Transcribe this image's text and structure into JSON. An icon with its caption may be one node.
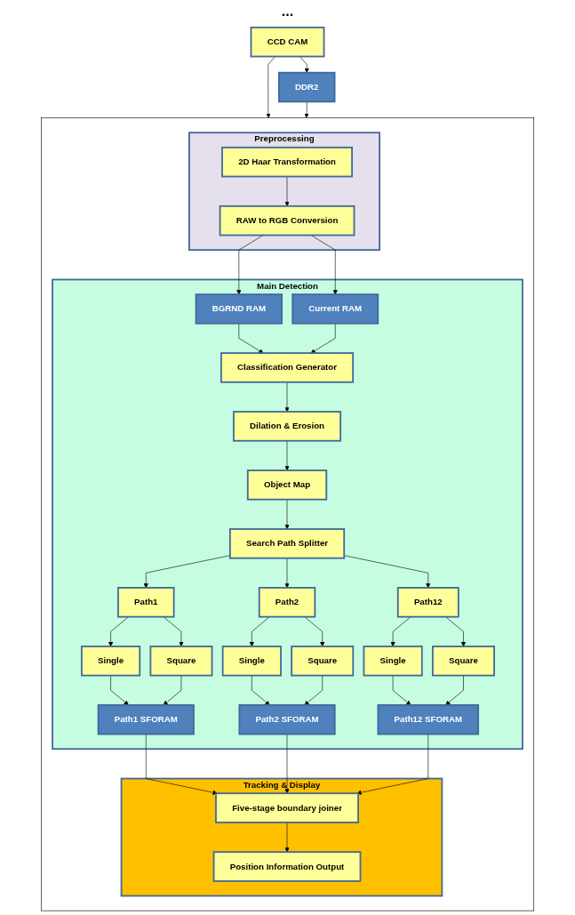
{
  "diagram": {
    "nodes": [
      {
        "text": [
          "CCD CAM"
        ]
      },
      {
        "text": [
          "DDR2"
        ]
      },
      {
        "text": [],
        "shape": "box"
      },
      {
        "text": [
          "Preprocessing"
        ],
        "in": 2
      },
      {
        "text": [
          "2D Haar Transformation"
        ],
        "in": 3
      },
      {
        "text": [
          "RAW to RGB Conversion"
        ],
        "in": 3
      },
      {
        "text": [
          "Main Detection"
        ],
        "in": 2
      },
      {
        "text": [
          "BGRND RAM"
        ],
        "in": 6
      },
      {
        "text": [
          "Current RAM"
        ],
        "in": 6
      },
      {
        "text": [
          "Classification Generator"
        ],
        "in": 6
      },
      {
        "text": [
          "Dilation & Erosion"
        ],
        "in": 6
      },
      {
        "text": [
          "Object Map"
        ],
        "in": 6
      },
      {
        "text": [
          "Search Path Splitter"
        ],
        "in": 6
      },
      {
        "text": [
          "Path1"
        ],
        "in": 6
      },
      {
        "text": [
          "Path2"
        ],
        "in": 6
      },
      {
        "text": [
          "Path12"
        ],
        "in": 6
      },
      {
        "text": [
          "Single"
        ],
        "in": 6
      },
      {
        "text": [
          "Square"
        ],
        "in": 6
      },
      {
        "text": [
          "Single"
        ],
        "in": 6
      },
      {
        "text": [
          "Square"
        ],
        "in": 6
      },
      {
        "text": [
          "Single"
        ],
        "in": 6
      },
      {
        "text": [
          "Square"
        ],
        "in": 6
      },
      {
        "text": [
          "Path1 SFORAM"
        ],
        "in": 6
      },
      {
        "text": [
          "Path2 SFORAM"
        ],
        "in": 6
      },
      {
        "text": [
          "Path12 SFORAM"
        ],
        "in": 6
      },
      {
        "text": [
          "Tracking & Display"
        ],
        "in": 2
      },
      {
        "text": [
          "Five-stage boundary joiner"
        ],
        "in": 25
      },
      {
        "text": [
          "Position Information Output"
        ],
        "in": 25
      }
    ],
    "edges": [
      {
        "from": 0,
        "to": 1,
        "arrow": "to"
      },
      {
        "from": 0,
        "to": 2,
        "arrow": "to"
      },
      {
        "from": 1,
        "to": 2,
        "arrow": "to"
      },
      {
        "from": 4,
        "to": 5,
        "arrow": "to"
      },
      {
        "from": 5,
        "to": 7,
        "arrow": "to"
      },
      {
        "from": 5,
        "to": 8,
        "arrow": "to"
      },
      {
        "from": 7,
        "to": 9,
        "arrow": "to"
      },
      {
        "from": 8,
        "to": 9,
        "arrow": "to"
      },
      {
        "from": 9,
        "to": 10,
        "arrow": "to"
      },
      {
        "from": 10,
        "to": 11,
        "arrow": "to"
      },
      {
        "from": 11,
        "to": 12,
        "arrow": "to"
      },
      {
        "from": 12,
        "to": 13,
        "arrow": "to"
      },
      {
        "from": 12,
        "to": 14,
        "arrow": "to"
      },
      {
        "from": 12,
        "to": 15,
        "arrow": "to"
      },
      {
        "from": 13,
        "to": 16,
        "arrow": "to"
      },
      {
        "from": 13,
        "to": 17,
        "arrow": "to"
      },
      {
        "from": 14,
        "to": 18,
        "arrow": "to"
      },
      {
        "from": 14,
        "to": 19,
        "arrow": "to"
      },
      {
        "from": 15,
        "to": 20,
        "arrow": "to"
      },
      {
        "from": 15,
        "to": 21,
        "arrow": "to"
      },
      {
        "from": 16,
        "to": 22,
        "arrow": "to"
      },
      {
        "from": 17,
        "to": 22,
        "arrow": "to"
      },
      {
        "from": 18,
        "to": 23,
        "arrow": "to"
      },
      {
        "from": 19,
        "to": 23,
        "arrow": "to"
      },
      {
        "from": 20,
        "to": 24,
        "arrow": "to"
      },
      {
        "from": 21,
        "to": 24,
        "arrow": "to"
      },
      {
        "from": 22,
        "to": 26,
        "arrow": "to"
      },
      {
        "from": 23,
        "to": 26,
        "arrow": "to"
      },
      {
        "from": 24,
        "to": 26,
        "arrow": "to"
      },
      {
        "from": 26,
        "to": 27,
        "arrow": "to"
      }
    ],
    "labels": [
      "..."
    ]
  }
}
